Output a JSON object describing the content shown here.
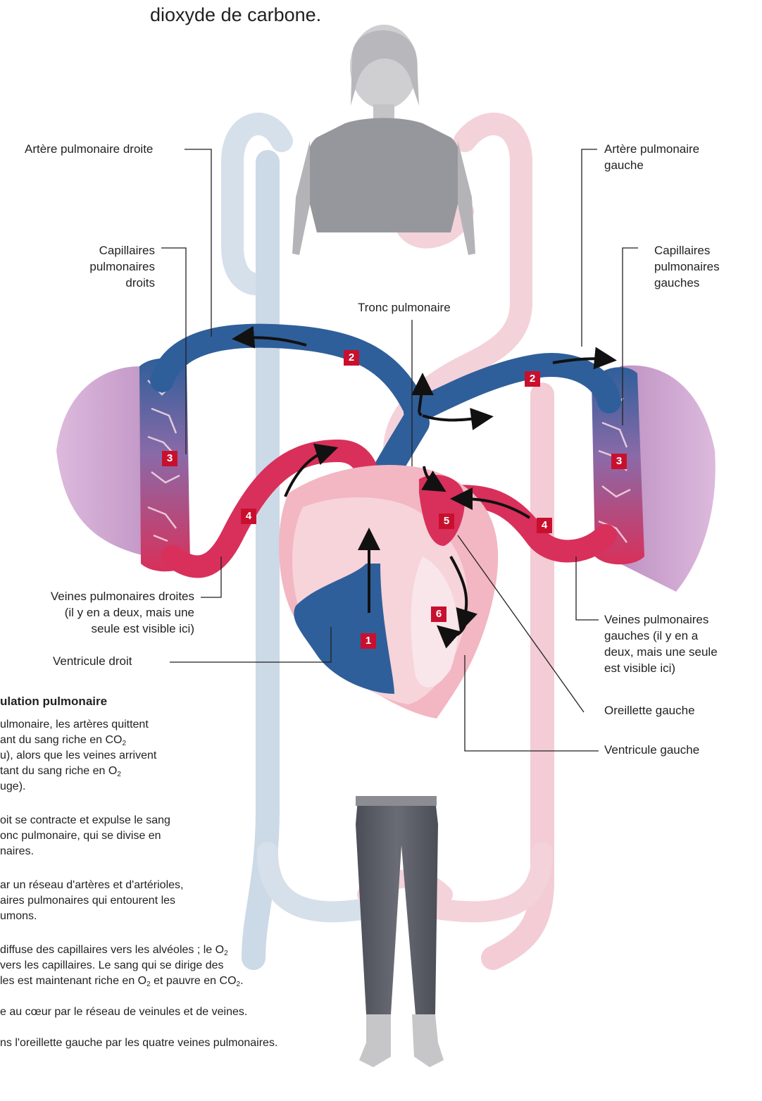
{
  "heading_line": "dioxyde de carbone.",
  "labels": {
    "artere_droite": "Artère pulmonaire droite",
    "artere_gauche_1": "Artère pulmonaire",
    "artere_gauche_2": "gauche",
    "cap_droits_1": "Capillaires",
    "cap_droits_2": "pulmonaires",
    "cap_droits_3": "droits",
    "cap_gauches_1": "Capillaires",
    "cap_gauches_2": "pulmonaires",
    "cap_gauches_3": "gauches",
    "tronc": "Tronc pulmonaire",
    "veines_droites_1": "Veines pulmonaires droites",
    "veines_droites_2": "(il y en a deux, mais une",
    "veines_droites_3": "seule est visible ici)",
    "ventricule_droit": "Ventricule droit",
    "veines_gauches_1": "Veines pulmonaires",
    "veines_gauches_2": "gauches (il y en a",
    "veines_gauches_3": "deux, mais une seule",
    "veines_gauches_4": "est visible ici)",
    "oreillette_gauche": "Oreillette gauche",
    "ventricule_gauche": "Ventricule gauche"
  },
  "badges": [
    "1",
    "2",
    "3",
    "4",
    "5",
    "6"
  ],
  "section_title": "ulation pulmonaire",
  "text": {
    "p1_l1": "ulmonaire, les artères quittent",
    "p1_l2a": "ant du sang riche en CO",
    "p1_l3": "u), alors que les veines arrivent",
    "p1_l4a": "tant du sang riche en O",
    "p1_l5": "uge).",
    "p2_l1": "oit se contracte et expulse le sang",
    "p2_l2": "onc pulmonaire, qui se divise en",
    "p2_l3": "naires.",
    "p3_l1": "ar un réseau d'artères et d'artérioles,",
    "p3_l2": "aires pulmonaires qui entourent les",
    "p3_l3": "umons.",
    "p4_l1a": "diffuse des capillaires vers les alvéoles ; le O",
    "p4_l2": "vers les capillaires. Le sang qui se dirige des",
    "p4_l3a": "les est maintenant riche en O",
    "p4_l3b": " et pauvre en CO",
    "p5_l1": "e au cœur par le réseau de veinules et de veines.",
    "p6_l1": "ns l'oreillette gauche par les quatre veines pulmonaires.",
    "sub2": "2"
  },
  "colors": {
    "deoxygenated": "#2f5f9a",
    "oxygenated": "#d8305a",
    "systemic_vein": "#c9d7e6",
    "systemic_artery": "#f4c9d3",
    "lung": "#c99ac9",
    "badge": "#c8102e"
  }
}
